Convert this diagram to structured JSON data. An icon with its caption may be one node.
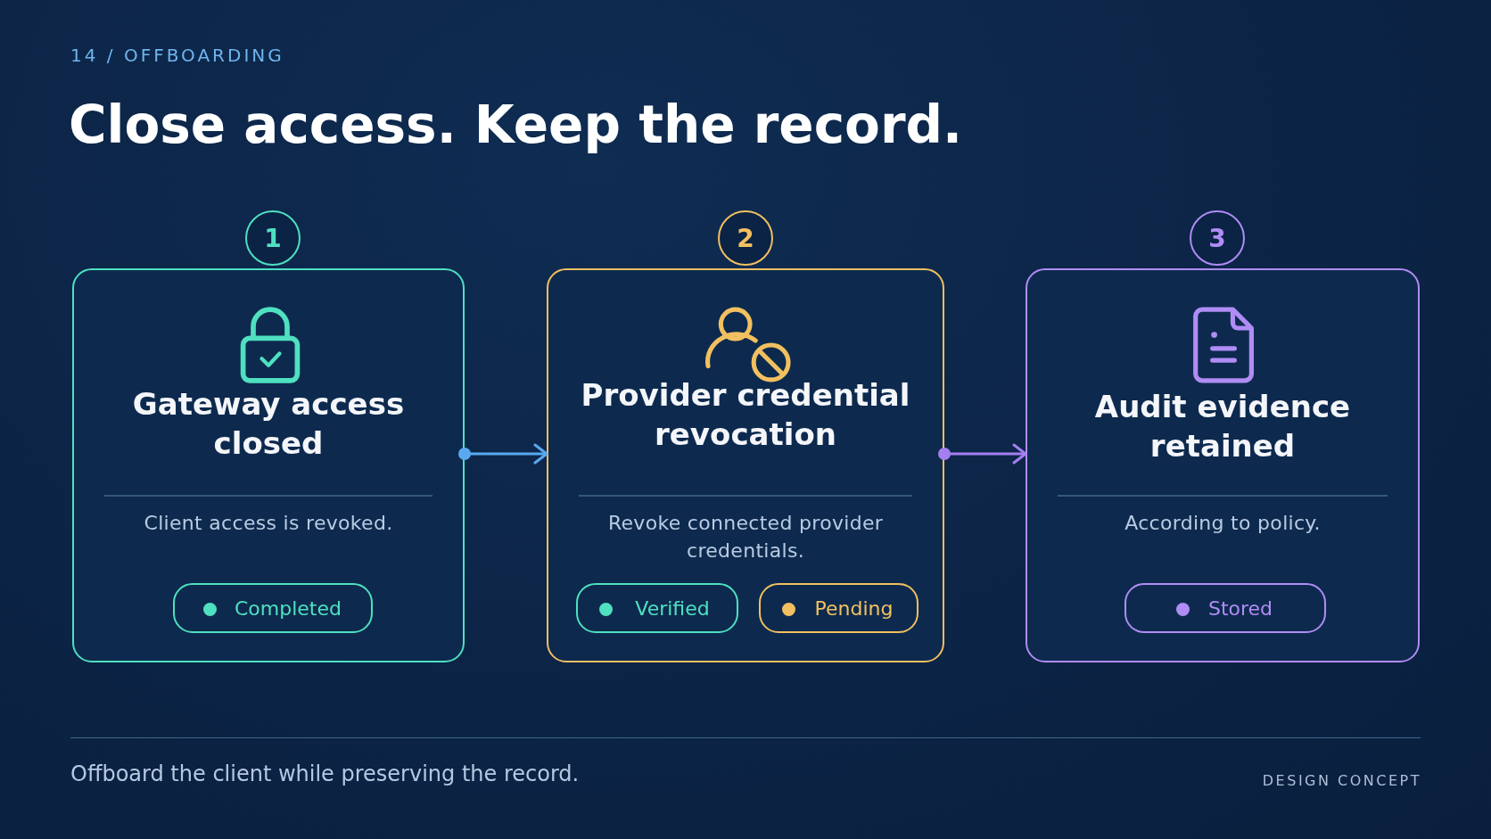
{
  "diagram": {
    "title": "Close access. Keep the record.",
    "caption": "Offboard the client while preserving the record.",
    "nodes": [
      {
        "text": [
          "1"
        ]
      },
      {
        "text": [
          "Gateway access closed",
          "Client access is revoked."
        ]
      },
      {
        "text": [
          "Completed"
        ],
        "in": 1
      },
      {
        "text": [
          "2"
        ]
      },
      {
        "text": [
          "Provider credential revocation",
          "Revoke connected provider credentials."
        ]
      },
      {
        "text": [
          "Verified"
        ],
        "in": 4
      },
      {
        "text": [
          "Pending"
        ],
        "in": 4
      },
      {
        "text": [
          "3"
        ]
      },
      {
        "text": [
          "Audit evidence retained",
          "According to policy."
        ]
      },
      {
        "text": [
          "Stored"
        ],
        "in": 8
      }
    ],
    "edges": [
      {
        "from": 1,
        "to": 4,
        "arrow": "to",
        "color": "#5aa9f0"
      },
      {
        "from": 4,
        "to": 8,
        "arrow": "to",
        "color": "#a57ff0"
      }
    ],
    "labels": [
      "14 / OFFBOARDING",
      "DESIGN CONCEPT"
    ]
  }
}
